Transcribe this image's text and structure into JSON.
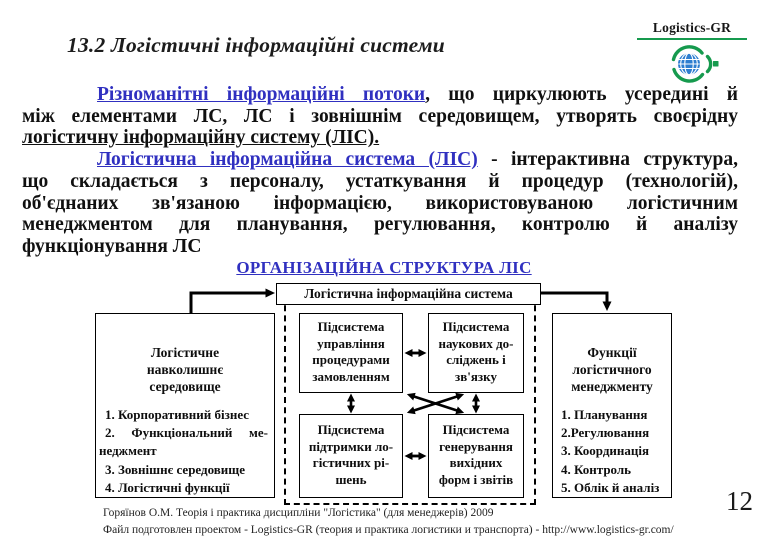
{
  "slide": {
    "title": "13.2 Логістичні інформаційні системи",
    "page_number": "12"
  },
  "logo": {
    "text": "Logistics-GR"
  },
  "para1": {
    "line1_link": "Різноманітні інформаційні потоки",
    "line1_rest": ", що циркулюють усередині й",
    "line2": "між елементами ЛС, ЛС і зовнішнім середовищем, утворять своєрідну",
    "line3_underlined": "логістичну інформаційну систему (ЛІС)."
  },
  "para2": {
    "line1_link": "Логістична інформаційна система (ЛІС)",
    "line1_rest": " - інтерактивна структура,",
    "line2": "що складається з персоналу, устаткування й процедур (технологій),",
    "line3": "об'єднаних зв'язаною інформацією, використовуваною логістичним",
    "line4": "менеджментом для планування, регулювання, контролю й аналізу",
    "line5": "функціонування ЛС"
  },
  "diagram": {
    "heading": "ОРГАНІЗАЦІЙНА СТРУКТУРА ЛІС",
    "top_box": "Логістична інформаційна система",
    "left_box": {
      "title": [
        "Логістичне",
        "навколишнє",
        "середовище"
      ],
      "items": [
        "1. Корпоративний бізнес",
        "2. Функціональний ме-",
        "неджмент",
        "3. Зовнішнє середовище",
        "4. Логістичні функції"
      ]
    },
    "box_tl": [
      "Підсистема",
      "управління",
      "процедурами",
      "замовленням"
    ],
    "box_tr": [
      "Підсистема",
      "наукових до-",
      "сліджень і",
      "зв'язку"
    ],
    "box_bl": [
      "Підсистема",
      "підтримки ло-",
      "гістичних рі-",
      "шень"
    ],
    "box_br": [
      "Підсистема",
      "генерування",
      "вихідних",
      "форм і звітів"
    ],
    "right_box": {
      "title": [
        "Функції",
        "логістичного",
        "менеджменту"
      ],
      "items": [
        "1. Планування",
        "2.Регулювання",
        "3. Координація",
        "4. Контроль",
        "5. Облік й аналіз"
      ]
    }
  },
  "footer": {
    "line1": "Горяїнов О.М. Теорія і практика дисципліни \"Логістика\" (для менеджерів) 2009",
    "line2_prefix": "Файл подготовлен проектом  - Logistics-GR (теория и практика логистики и транспорта) - ",
    "line2_url": "http://www.logistics-gr.com/"
  },
  "colors": {
    "accent_blue": "#3030c0",
    "logo_green": "#169a4e",
    "globe_blue": "#2e7ed0"
  }
}
